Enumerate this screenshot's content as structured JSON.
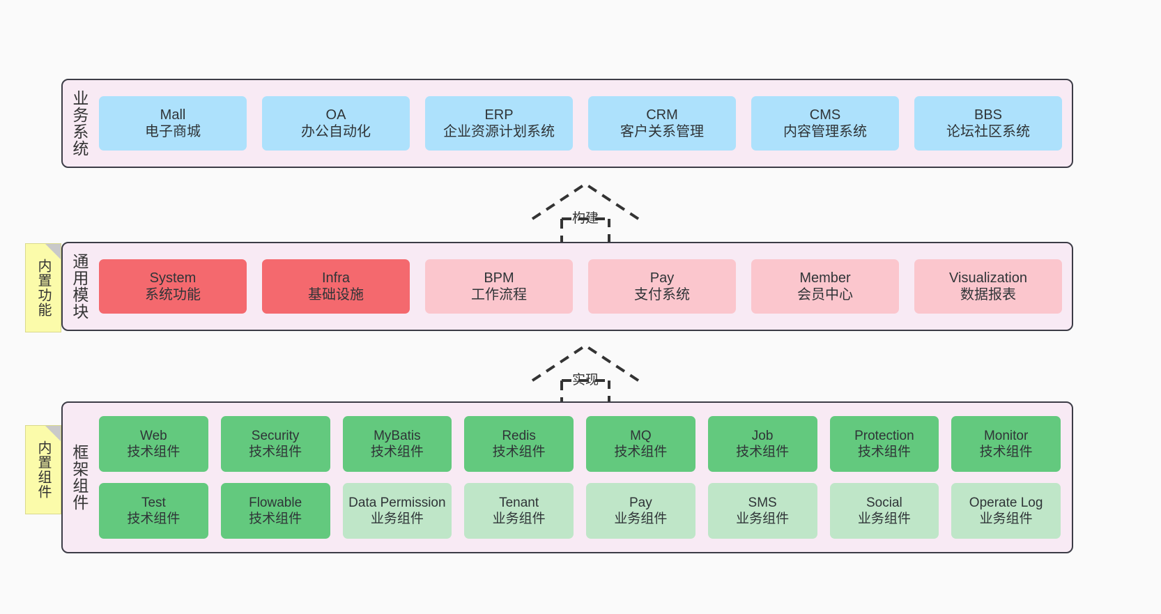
{
  "diagram": {
    "title": "System Architecture Layers",
    "background": "#fafafa",
    "colors": {
      "band_background": "#f8eaf4",
      "band_border": "#3c3c46",
      "business_cell": "#ade1fc",
      "module_core": "#f4696e",
      "module_optional": "#fbc6cd",
      "tech_component": "#63c97e",
      "business_component": "#bfe6c8",
      "note": "#fbfbaa",
      "note_fold": "#c9c9c9",
      "text": "#2f3437"
    }
  },
  "bands": {
    "business": {
      "label": "业务系统",
      "rows": [
        [
          {
            "name": "Mall",
            "desc": "电子商城",
            "color": "#ade1fc"
          },
          {
            "name": "OA",
            "desc": "办公自动化",
            "color": "#ade1fc"
          },
          {
            "name": "ERP",
            "desc": "企业资源计划系统",
            "color": "#ade1fc"
          },
          {
            "name": "CRM",
            "desc": "客户关系管理",
            "color": "#ade1fc"
          },
          {
            "name": "CMS",
            "desc": "内容管理系统",
            "color": "#ade1fc"
          },
          {
            "name": "BBS",
            "desc": "论坛社区系统",
            "color": "#ade1fc"
          }
        ]
      ]
    },
    "modules": {
      "label": "通用模块",
      "rows": [
        [
          {
            "name": "System",
            "desc": "系统功能",
            "color": "#f4696e"
          },
          {
            "name": "Infra",
            "desc": "基础设施",
            "color": "#f4696e"
          },
          {
            "name": "BPM",
            "desc": "工作流程",
            "color": "#fbc6cd"
          },
          {
            "name": "Pay",
            "desc": "支付系统",
            "color": "#fbc6cd"
          },
          {
            "name": "Member",
            "desc": "会员中心",
            "color": "#fbc6cd"
          },
          {
            "name": "Visualization",
            "desc": "数据报表",
            "color": "#fbc6cd"
          }
        ]
      ]
    },
    "framework": {
      "label": "框架组件",
      "rows": [
        [
          {
            "name": "Web",
            "desc": "技术组件",
            "color": "#63c97e"
          },
          {
            "name": "Security",
            "desc": "技术组件",
            "color": "#63c97e"
          },
          {
            "name": "MyBatis",
            "desc": "技术组件",
            "color": "#63c97e"
          },
          {
            "name": "Redis",
            "desc": "技术组件",
            "color": "#63c97e"
          },
          {
            "name": "MQ",
            "desc": "技术组件",
            "color": "#63c97e"
          },
          {
            "name": "Job",
            "desc": "技术组件",
            "color": "#63c97e"
          },
          {
            "name": "Protection",
            "desc": "技术组件",
            "color": "#63c97e"
          },
          {
            "name": "Monitor",
            "desc": "技术组件",
            "color": "#63c97e"
          }
        ],
        [
          {
            "name": "Test",
            "desc": "技术组件",
            "color": "#63c97e"
          },
          {
            "name": "Flowable",
            "desc": "技术组件",
            "color": "#63c97e"
          },
          {
            "name": "Data Permission",
            "desc": "业务组件",
            "color": "#bfe6c8"
          },
          {
            "name": "Tenant",
            "desc": "业务组件",
            "color": "#bfe6c8"
          },
          {
            "name": "Pay",
            "desc": "业务组件",
            "color": "#bfe6c8"
          },
          {
            "name": "SMS",
            "desc": "业务组件",
            "color": "#bfe6c8"
          },
          {
            "name": "Social",
            "desc": "业务组件",
            "color": "#bfe6c8"
          },
          {
            "name": "Operate Log",
            "desc": "业务组件",
            "color": "#bfe6c8"
          }
        ]
      ]
    }
  },
  "notes": [
    {
      "id": "builtin-features",
      "text": "内置功能"
    },
    {
      "id": "builtin-components",
      "text": "内置组件"
    }
  ],
  "connectors": [
    {
      "id": "build",
      "label": "构建"
    },
    {
      "id": "impl",
      "label": "实现"
    }
  ]
}
